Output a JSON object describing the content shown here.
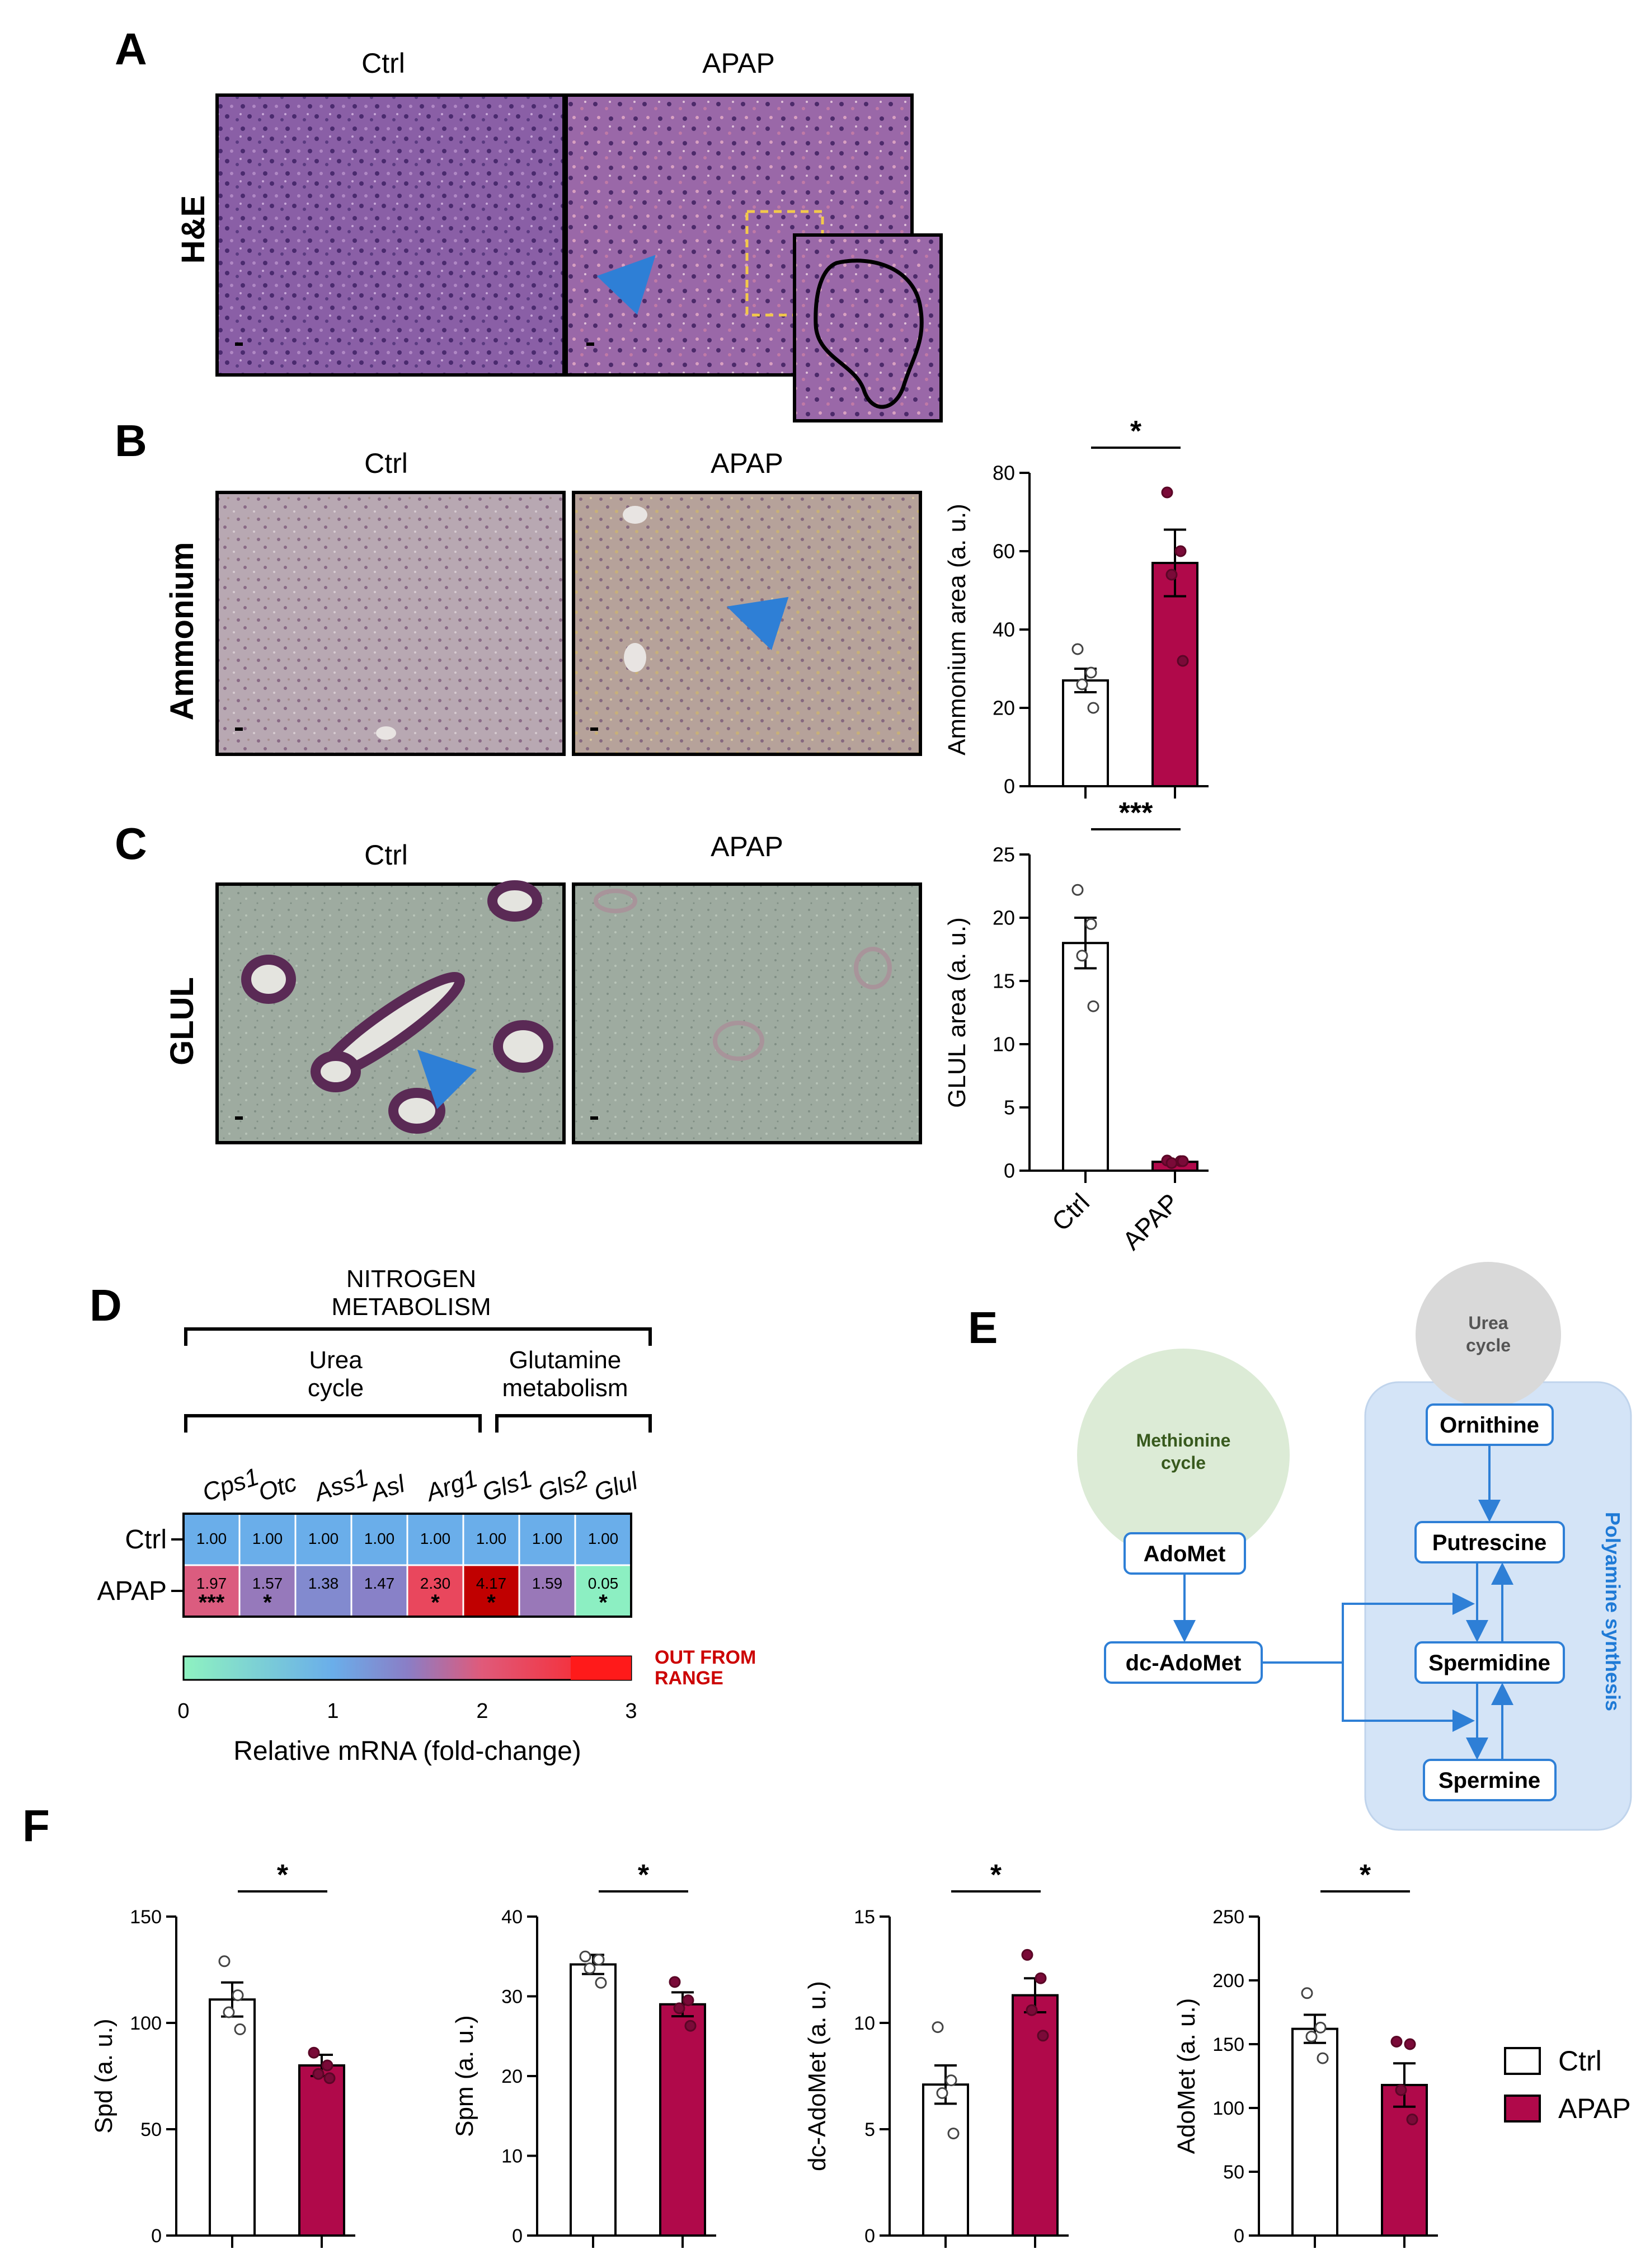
{
  "panel_letters": [
    "A",
    "B",
    "C",
    "D",
    "E",
    "F"
  ],
  "panel_a": {
    "row_label": "H&E",
    "col_labels": [
      "Ctrl",
      "APAP"
    ]
  },
  "panel_b": {
    "row_label": "Ammonium",
    "col_labels": [
      "Ctrl",
      "APAP"
    ]
  },
  "panel_c": {
    "row_label": "GLUL",
    "col_labels": [
      "Ctrl",
      "APAP"
    ]
  },
  "panel_d": {
    "header_top": [
      "NITROGEN",
      "METABOLISM"
    ],
    "group_urea": [
      "Urea",
      "cycle"
    ],
    "group_glut": [
      "Glutamine",
      "metabolism"
    ],
    "genes": [
      "Cps1",
      "Otc",
      "Ass1",
      "Asl",
      "Arg1",
      "Gls1",
      "Gls2",
      "Glul"
    ],
    "rows": [
      "Ctrl",
      "APAP"
    ],
    "ctrl_values": [
      "1.00",
      "1.00",
      "1.00",
      "1.00",
      "1.00",
      "1.00",
      "1.00",
      "1.00"
    ],
    "apap_values": [
      "1.97",
      "1.57",
      "1.38",
      "1.47",
      "2.30",
      "4.17",
      "1.59",
      "0.05"
    ],
    "apap_sig": [
      "***",
      "*",
      "",
      "",
      "*",
      "*",
      "",
      "*"
    ],
    "out_of_range_label": [
      "OUT FROM",
      "RANGE"
    ],
    "scale_ticks": [
      "0",
      "1",
      "2",
      "3"
    ],
    "scale_title": "Relative mRNA (fold-change)",
    "colors": {
      "ctrl_cell": "#6aaeea",
      "low": "#8ef2c0",
      "mid": "#6aaeea",
      "high": "#ff3030",
      "out": "#c00000",
      "out_text": "#cc0000"
    }
  },
  "panel_e": {
    "urea_circle": [
      "Urea",
      "cycle"
    ],
    "methionine_circle": [
      "Methionine",
      "cycle"
    ],
    "nodes": [
      "Ornithine",
      "Putrescine",
      "Spermidine",
      "Spermine",
      "AdoMet",
      "dc-AdoMet"
    ],
    "pathway_label": "Polyamine synthesis",
    "colors": {
      "urea": "#d9d9d9",
      "methionine": "#dcebd6",
      "polyamine": "#d4e4f7",
      "arrow": "#2e7fd6",
      "methionine_text": "#385a1e",
      "pathway_text": "#1f7ad6"
    }
  },
  "legend": {
    "items": [
      "Ctrl",
      "APAP"
    ],
    "colors": [
      "#ffffff",
      "#b0094a"
    ]
  },
  "chart_data": [
    {
      "panel": "B",
      "type": "bar",
      "categories": [
        "Ctrl",
        "APAP"
      ],
      "values": [
        27,
        57
      ],
      "sem": [
        3,
        8.5
      ],
      "points": [
        [
          35,
          29,
          26,
          20
        ],
        [
          75,
          60,
          54,
          32
        ]
      ],
      "ylabel": "Ammonium area (a. u.)",
      "ylim": [
        0,
        80
      ],
      "yticks": [
        0,
        20,
        40,
        60,
        80
      ],
      "significance": "*",
      "show_xlabels": false
    },
    {
      "panel": "C",
      "type": "bar",
      "categories": [
        "Ctrl",
        "APAP"
      ],
      "values": [
        18,
        0.7
      ],
      "sem": [
        2,
        0.1
      ],
      "points": [
        [
          22.2,
          19.5,
          17,
          13
        ],
        [
          0.8,
          0.75,
          0.6,
          0.75
        ]
      ],
      "ylabel": "GLUL area (a. u.)",
      "ylim": [
        0,
        25
      ],
      "yticks": [
        0,
        5,
        10,
        15,
        20,
        25
      ],
      "significance": "***",
      "show_xlabels": true
    },
    {
      "panel": "F",
      "type": "bar",
      "categories": [
        "Ctrl",
        "APAP"
      ],
      "values": [
        111,
        80
      ],
      "sem": [
        8,
        5
      ],
      "points": [
        [
          129,
          113,
          105,
          97
        ],
        [
          86,
          80,
          76,
          74
        ]
      ],
      "ylabel": "Spd (a. u.)",
      "ylim": [
        0,
        150
      ],
      "yticks": [
        0,
        50,
        100,
        150
      ],
      "significance": "*",
      "show_xlabels": false
    },
    {
      "panel": "F",
      "type": "bar",
      "categories": [
        "Ctrl",
        "APAP"
      ],
      "values": [
        34,
        29
      ],
      "sem": [
        1.2,
        1.5
      ],
      "points": [
        [
          35,
          34.6,
          33.5,
          31.7
        ],
        [
          31.8,
          29.5,
          28.5,
          26.3
        ]
      ],
      "ylabel": "Spm (a. u.)",
      "ylim": [
        0,
        40
      ],
      "yticks": [
        0,
        10,
        20,
        30,
        40
      ],
      "significance": "*",
      "show_xlabels": false
    },
    {
      "panel": "F",
      "type": "bar",
      "categories": [
        "Ctrl",
        "APAP"
      ],
      "values": [
        7.1,
        11.3
      ],
      "sem": [
        0.9,
        0.8
      ],
      "points": [
        [
          9.8,
          7.3,
          6.7,
          4.8
        ],
        [
          13.2,
          12.1,
          10.6,
          9.4
        ]
      ],
      "ylabel": "dc-AdoMet (a. u.)",
      "ylim": [
        0,
        15
      ],
      "yticks": [
        0,
        5,
        10,
        15
      ],
      "significance": "*",
      "show_xlabels": false
    },
    {
      "panel": "F",
      "type": "bar",
      "categories": [
        "Ctrl",
        "APAP"
      ],
      "values": [
        162,
        118
      ],
      "sem": [
        11,
        17
      ],
      "points": [
        [
          190,
          163,
          156,
          139
        ],
        [
          152,
          150,
          114,
          91
        ]
      ],
      "ylabel": "AdoMet (a. u.)",
      "ylim": [
        0,
        250
      ],
      "yticks": [
        0,
        50,
        100,
        150,
        200,
        250
      ],
      "significance": "*",
      "show_xlabels": false
    }
  ]
}
